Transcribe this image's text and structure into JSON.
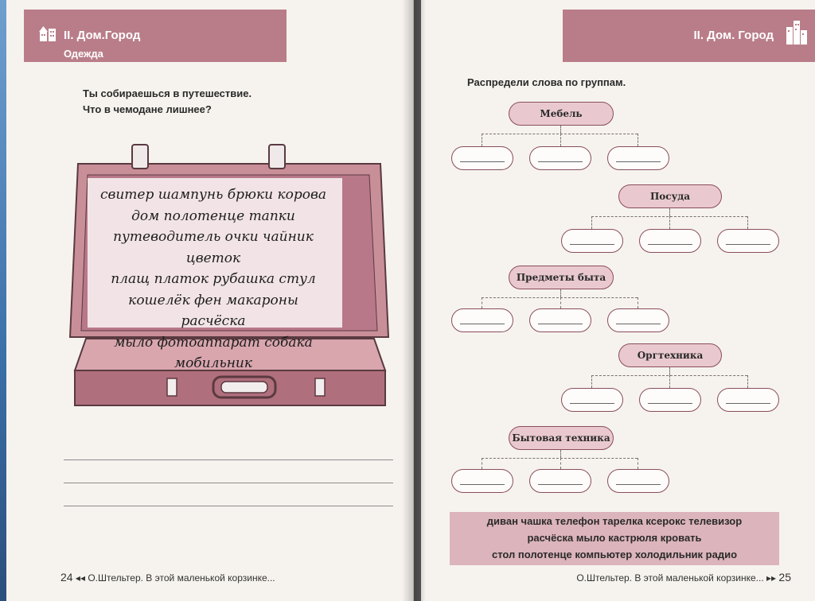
{
  "left": {
    "header": {
      "section": "II. Дом.Город",
      "subtitle": "Одежда"
    },
    "task_line1": "Ты собираешься в путешествие.",
    "task_line2": "Что в чемодане лишнее?",
    "suitcase_words": [
      "свитер  шампунь  брюки  корова",
      "дом  полотенце  тапки",
      "путеводитель  очки  чайник  цветок",
      "плащ  платок  рубашка  стул",
      "кошелёк  фен  макароны  расчёска",
      "мыло  фотоаппарат  собака",
      "мобильник"
    ],
    "footer": {
      "page": "24",
      "arrow": "◂◂",
      "text": "О.Штельтер. В этой маленькой корзинке..."
    }
  },
  "right": {
    "header": {
      "section": "II. Дом. Город"
    },
    "task": "Распредели слова по группам.",
    "categories": [
      "Мебель",
      "Посуда",
      "Предметы быта",
      "Оргтехника",
      "Бытовая техника"
    ],
    "word_lines": [
      "диван  чашка  телефон  тарелка  ксерокс  телевизор",
      "расчёска  мыло  кастрюля  кровать",
      "стол  полотенце  компьютер  холодильник  радио"
    ],
    "footer": {
      "text": "О.Штельтер. В этой маленькой корзинке...",
      "arrow": "▸▸",
      "page": "25"
    }
  },
  "colors": {
    "accent": "#b97d89",
    "pill_border": "#8a4d5a",
    "pill_fill": "#e9c9cf",
    "wordbox": "#dcb4bb"
  },
  "icons": {
    "left_header": "house-icon",
    "right_header": "city-icon"
  }
}
